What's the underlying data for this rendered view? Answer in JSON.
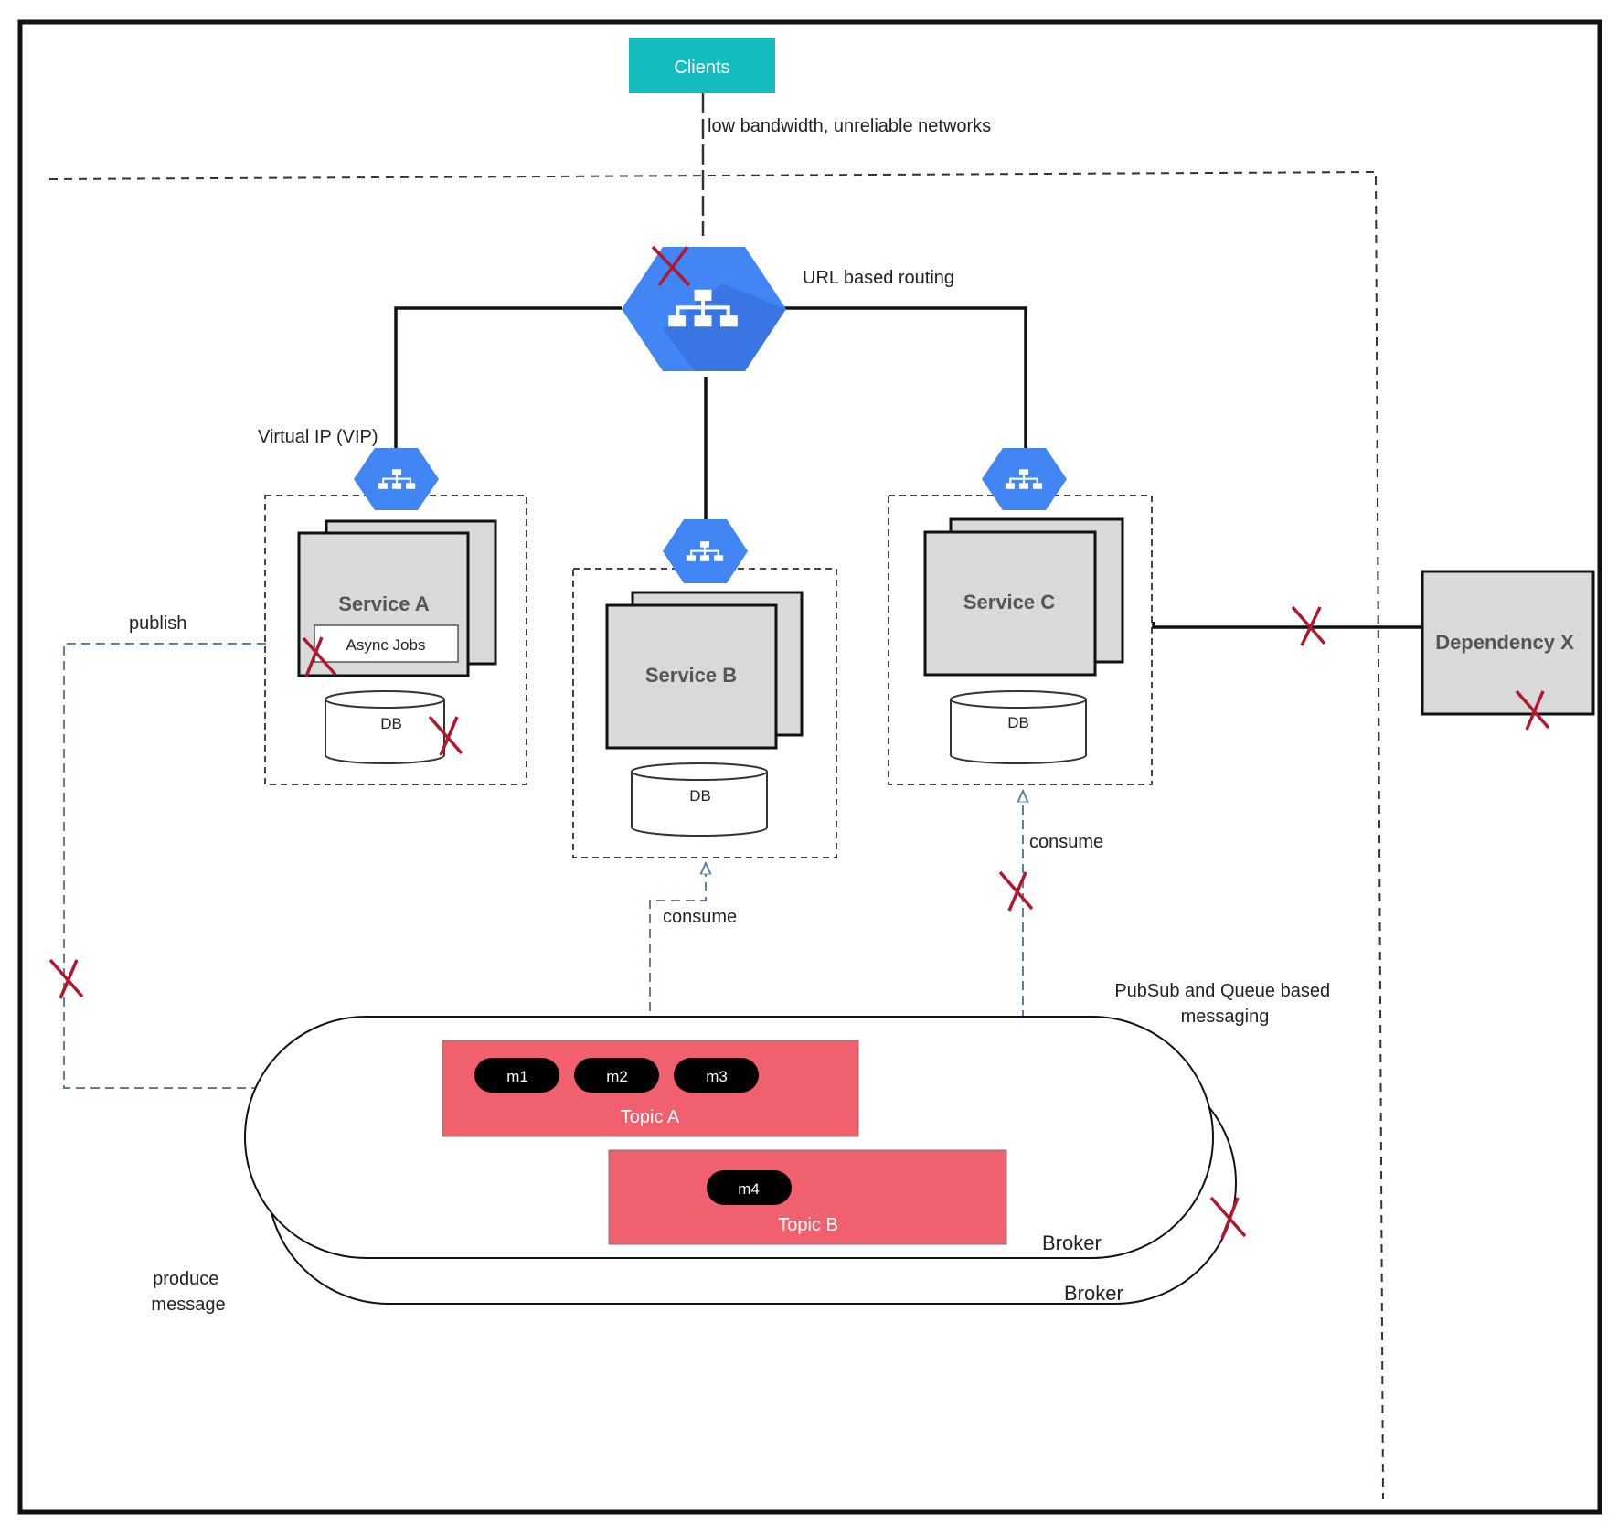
{
  "diagram": {
    "clients": {
      "label": "Clients"
    },
    "network_note": "low bandwidth,  unreliable networks",
    "routing_label": "URL based routing",
    "vip_label": "Virtual IP (VIP)",
    "services": {
      "a": {
        "label": "Service A",
        "async_jobs": "Async Jobs",
        "db": "DB"
      },
      "b": {
        "label": "Service B",
        "db": "DB"
      },
      "c": {
        "label": "Service C",
        "db": "DB"
      }
    },
    "dependency": {
      "label": "Dependency X"
    },
    "edges": {
      "publish": "publish",
      "consume_b": "consume",
      "consume_c": "consume",
      "produce_message": [
        "produce",
        "message"
      ]
    },
    "messaging_note": [
      "PubSub and Queue based",
      "messaging"
    ],
    "topics": {
      "a": {
        "label": "Topic A",
        "messages": [
          "m1",
          "m2",
          "m3"
        ]
      },
      "b": {
        "label": "Topic B",
        "messages": [
          "m4"
        ]
      }
    },
    "brokers": [
      "Broker",
      "Broker"
    ]
  },
  "colors": {
    "clients_fill": "#12bcbf",
    "lb_blue": "#4285f4",
    "lb_blue_dark": "#3367d6",
    "topic_fill": "#f0606f",
    "service_fill": "#d9d9d9",
    "failure_x": "#b0182e",
    "flow_line": "#5b7fa8"
  },
  "icons": {
    "load_balancer": "load-balancer-icon",
    "failure": "failure-x-icon"
  }
}
